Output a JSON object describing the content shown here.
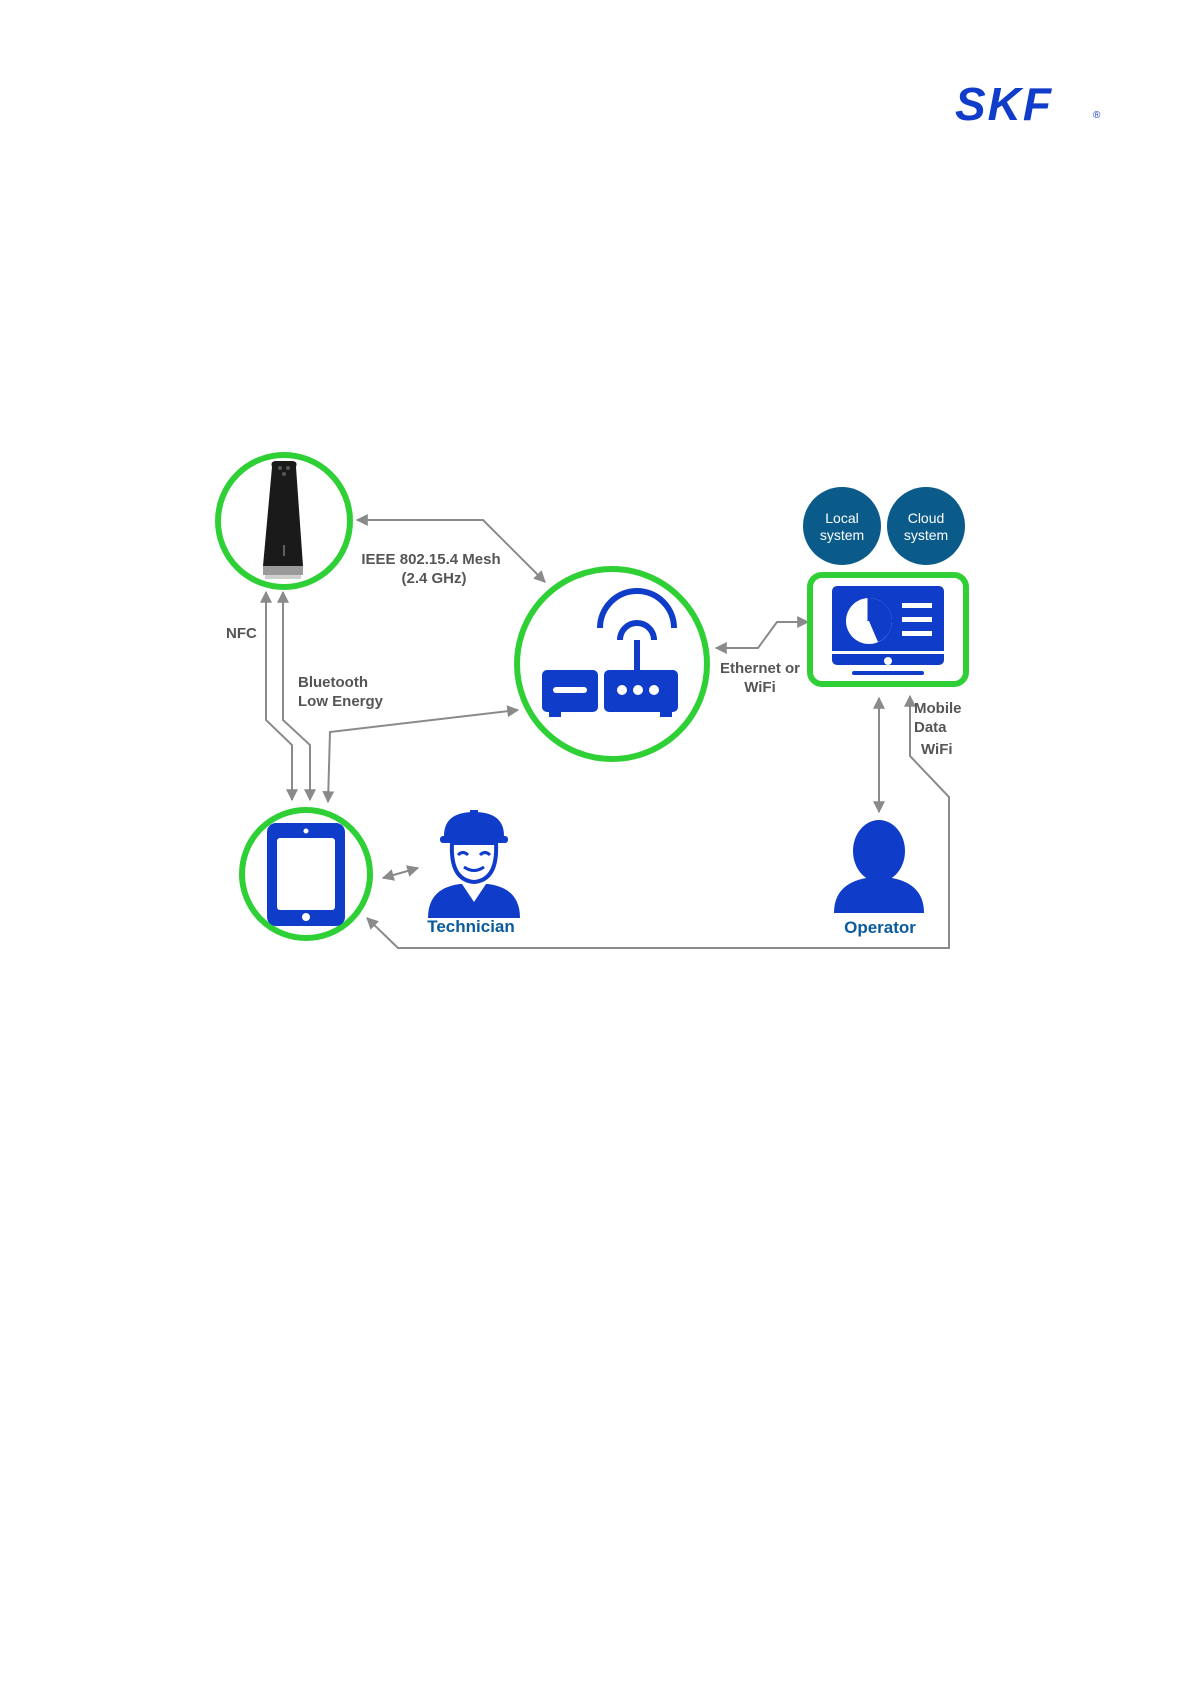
{
  "brand": {
    "logo_text": "SKF",
    "registered_mark": "®",
    "color": "#0f3cc9"
  },
  "colors": {
    "node_ring": "#2fd036",
    "icon_blue": "#0f3cc9",
    "system_circle": "#0a5a8a",
    "connector": "#8a8a8a",
    "role_text": "#0a5a9c"
  },
  "diagram": {
    "nodes": {
      "sensor": {
        "icon": "wireless-sensor-icon"
      },
      "gateway": {
        "icon": "router-icon"
      },
      "dashboard": {
        "icon": "monitor-dashboard-icon"
      },
      "tablet": {
        "icon": "tablet-icon"
      },
      "technician": {
        "icon": "technician-icon",
        "label": "Technician"
      },
      "operator": {
        "icon": "operator-icon",
        "label": "Operator"
      },
      "local_system": {
        "line1": "Local",
        "line2": "system"
      },
      "cloud_system": {
        "line1": "Cloud",
        "line2": "system"
      }
    },
    "links": {
      "mesh": {
        "line1": "IEEE 802.15.4 Mesh",
        "line2": "(2.4 GHz)"
      },
      "nfc": {
        "label": "NFC"
      },
      "ble": {
        "line1": "Bluetooth",
        "line2": "Low Energy"
      },
      "ethernet": {
        "line1": "Ethernet or",
        "line2": "WiFi"
      },
      "mobile": {
        "line1": "Mobile",
        "line2": "Data",
        "line3": "WiFi"
      }
    }
  }
}
